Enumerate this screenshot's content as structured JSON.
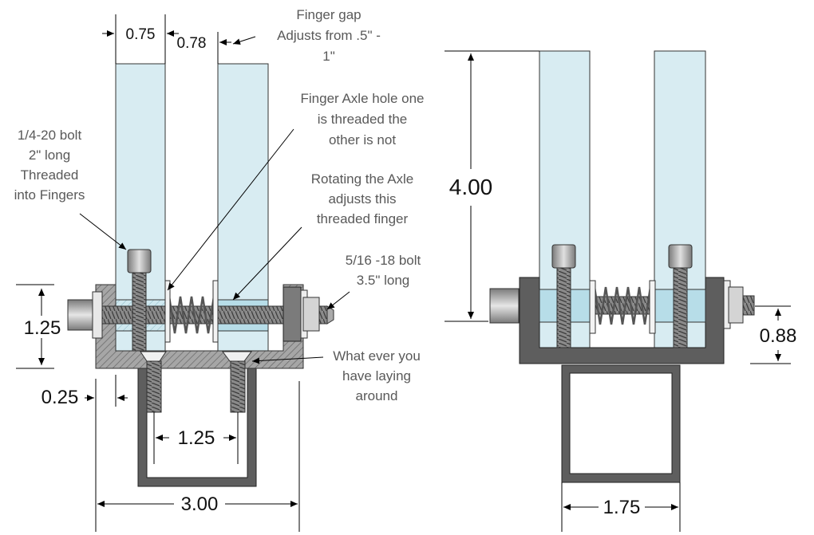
{
  "annotations": {
    "finger_gap": [
      "Finger gap",
      "Adjusts from .5\" -",
      "1\""
    ],
    "bolt_14": [
      "1/4-20 bolt",
      "2\" long",
      "Threaded",
      "into Fingers"
    ],
    "axle_hole": [
      "Finger Axle hole one",
      "is threaded the",
      "other is not"
    ],
    "rotating": [
      "Rotating the Axle",
      "adjusts this",
      "threaded finger"
    ],
    "bolt_516": [
      "5/16 -18 bolt",
      "3.5\" long"
    ],
    "whatever": [
      "What ever you",
      "have laying",
      "around"
    ]
  },
  "dimensions": {
    "finger_width": "0.75",
    "finger_gap": "0.78",
    "height_125": "1.25",
    "wall": "0.25",
    "bolt_spacing": "1.25",
    "width_300": "3.00",
    "height_400": "4.00",
    "axle_height": "0.88",
    "width_175": "1.75"
  },
  "colors": {
    "finger_fill": "#d8ecf2",
    "block_fill": "#b7dde8",
    "steel_dark": "#5e5e5e",
    "hatch_fill": "#9a9a9a"
  }
}
